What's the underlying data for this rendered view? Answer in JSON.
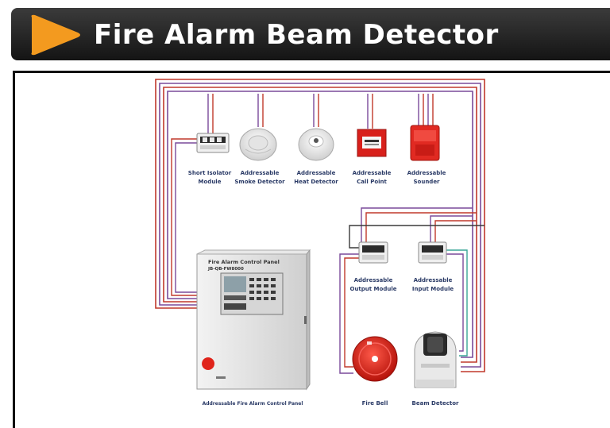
{
  "header": {
    "title": "Fire Alarm Beam Detector"
  },
  "devices": {
    "short_isolator": {
      "line1": "Short Isolator",
      "line2": "Module",
      "icon": "isolator-module-icon"
    },
    "smoke_detector": {
      "line1": "Addressable",
      "line2": "Smoke Detector",
      "icon": "smoke-detector-icon"
    },
    "heat_detector": {
      "line1": "Addressable",
      "line2": "Heat Detector",
      "icon": "heat-detector-icon"
    },
    "call_point": {
      "line1": "Addressable",
      "line2": "Call Point",
      "icon": "call-point-icon"
    },
    "sounder": {
      "line1": "Addressable",
      "line2": "Sounder",
      "icon": "sounder-icon"
    },
    "output_module": {
      "line1": "Addressable",
      "line2": "Output Module",
      "icon": "output-module-icon"
    },
    "input_module": {
      "line1": "Addressable",
      "line2": "Input Module",
      "icon": "input-module-icon"
    },
    "control_panel": {
      "label": "Addressable Fire Alarm Control Panel",
      "panel_title": "Fire Alarm Control Panel",
      "panel_model": "JB-QB-FW8000",
      "icon": "control-panel-icon"
    },
    "fire_bell": {
      "label": "Fire Bell",
      "icon": "fire-bell-icon"
    },
    "beam_detector": {
      "label": "Beam Detector",
      "icon": "beam-detector-icon"
    }
  },
  "colors": {
    "header_bg": "#1c1c1c",
    "accent_orange": "#f39a1f",
    "label_text": "#2a3a66",
    "wire_red": "#c0392b",
    "wire_purple": "#7a4a9a",
    "wire_teal": "#3aa597"
  }
}
